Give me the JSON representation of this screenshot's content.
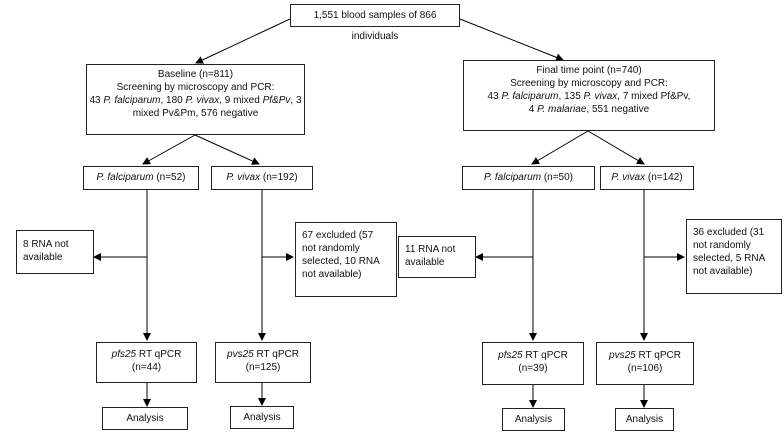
{
  "top": {
    "text": "1,551 blood samples of 866 individuals"
  },
  "baseline": {
    "line1": "Baseline (n=811)",
    "line2": "Screening by microscopy and PCR:",
    "line3": [
      {
        "t": "43 ",
        "i": false
      },
      {
        "t": "P. falciparum",
        "i": true
      },
      {
        "t": ", 180 ",
        "i": false
      },
      {
        "t": "P. vivax",
        "i": true
      },
      {
        "t": ", 9 mixed ",
        "i": false
      },
      {
        "t": "Pf&Pv",
        "i": true
      },
      {
        "t": ", 3",
        "i": false
      }
    ],
    "line4": "mixed Pv&Pm, 576 negative"
  },
  "final": {
    "line1": "Final time point (n=740)",
    "line2": "Screening by microscopy and PCR:",
    "line3": [
      {
        "t": "43 ",
        "i": false
      },
      {
        "t": "P. falciparum",
        "i": true
      },
      {
        "t": ", 135 ",
        "i": false
      },
      {
        "t": "P. vivax",
        "i": true
      },
      {
        "t": ", 7 mixed Pf&Pv,",
        "i": false
      }
    ],
    "line4": [
      {
        "t": "4 ",
        "i": false
      },
      {
        "t": "P. malariae",
        "i": true
      },
      {
        "t": ", 551 negative",
        "i": false
      }
    ]
  },
  "b_pf": {
    "name": "P. falciparum",
    "count": " (n=52)"
  },
  "b_pv": {
    "name": "P. vivax",
    "count": " (n=192)"
  },
  "f_pf": {
    "name": "P. falciparum",
    "count": " (n=50)"
  },
  "f_pv": {
    "name": "P. vivax",
    "count": " (n=142)"
  },
  "b_excl_pf": {
    "line1": "8 RNA not",
    "line2": "available"
  },
  "b_excl_pv": {
    "line1": "67 excluded (57",
    "line2": "not randomly",
    "line3": "selected, 10 RNA",
    "line4": "not available)"
  },
  "f_excl_pf": {
    "line1": "11 RNA not",
    "line2": "available"
  },
  "f_excl_pv": {
    "line1": "36 excluded (31",
    "line2": "not randomly",
    "line3": "selected, 5 RNA",
    "line4": "not available)"
  },
  "b_qpf": {
    "gene": "pfs25",
    "rest": " RT qPCR",
    "n": "(n=44)"
  },
  "b_qpv": {
    "gene": "pvs25",
    "rest": " RT qPCR",
    "n": "(n=125)"
  },
  "f_qpf": {
    "gene": "pfs25",
    "rest": " RT qPCR",
    "n": "(n=39)"
  },
  "f_qpv": {
    "gene": "pvs25",
    "rest": " RT qPCR",
    "n": "(n=106)"
  },
  "analysis": {
    "label": "Analysis"
  }
}
